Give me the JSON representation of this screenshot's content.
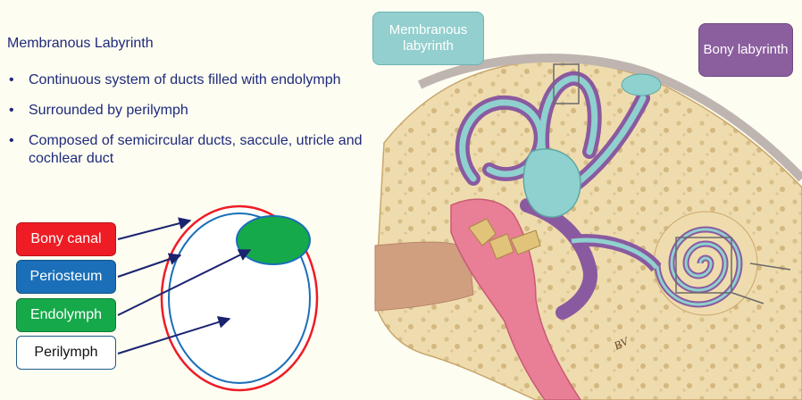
{
  "title": "Membranous Labyrinth",
  "bullets": [
    "Continuous system of ducts filled with endolymph",
    "Surrounded by perilymph",
    "Composed of semicircular ducts, saccule, utricle and cochlear duct"
  ],
  "labels": {
    "bony_canal": "Bony canal",
    "periosteum": "Periosteum",
    "endolymph": "Endolymph",
    "perilymph": "Perilymph"
  },
  "tags": {
    "membranous": "Membranous labyrinth",
    "bony": "Bony labyrinth"
  },
  "signature": "BV",
  "colors": {
    "bony_canal": "#ee1c24",
    "periosteum": "#1a6fb8",
    "endolymph": "#16a94a",
    "text": "#1f2a7a",
    "membranous_tag": "#93cfcf",
    "bony_tag": "#8b5e9e",
    "arrow": "#1a2370"
  }
}
